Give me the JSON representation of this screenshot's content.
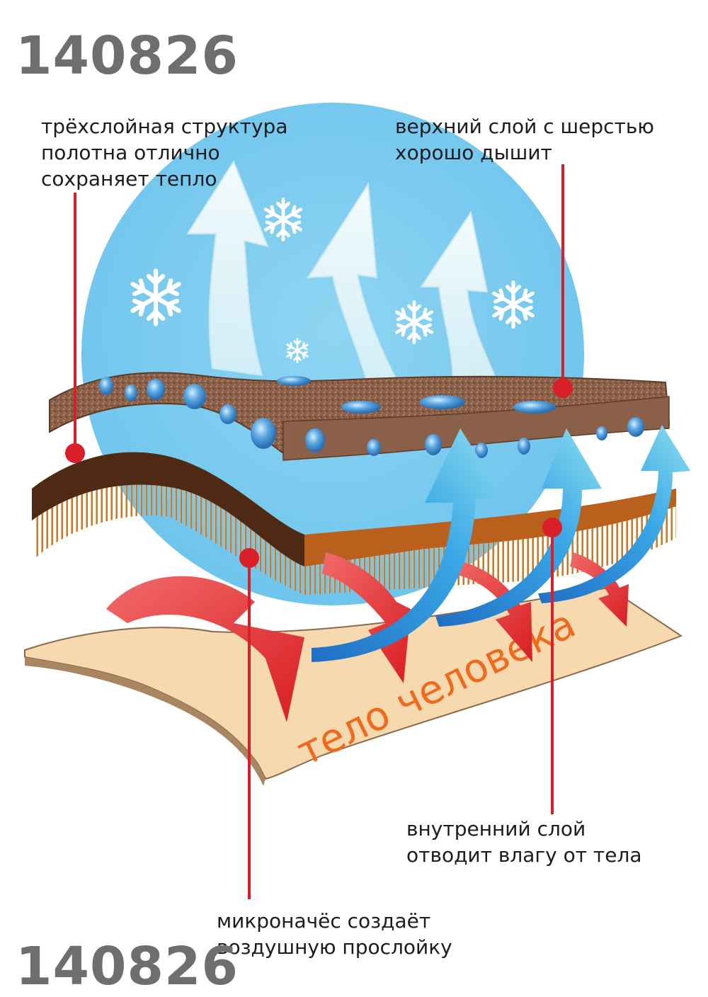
{
  "product_code_top": "140826",
  "product_code_bottom": "140826",
  "labels": {
    "three_layer": [
      "трёхслойная структура",
      "полотна отлично",
      "сохраняет тепло"
    ],
    "top_layer": [
      "верхний слой с шерстью",
      "хорошо дышит"
    ],
    "inner_layer": [
      "внутренний слой",
      "отводит влагу от тела"
    ],
    "micro_fleece": [
      "микроначёс создаёт",
      "воздушную прослойку"
    ]
  },
  "body_label": "тело человека",
  "colors": {
    "sky": "#7ccbef",
    "snowflake": "#ffffff",
    "wool_layer": "#8a6048",
    "middle_layer": "#e0872e",
    "dark_layer": "#4e2a14",
    "skin": "#f7d9b0",
    "heat_arrow": "#e8262b",
    "moisture_arrow": "#2e8fd8",
    "pointer_line": "#d9202a",
    "code_text": "#6e6e6e",
    "body_label": "#f06a1e"
  },
  "icons": [
    "snowflake-icon",
    "vapor-arrow-icon",
    "heat-arrow-icon",
    "moisture-arrow-icon"
  ]
}
